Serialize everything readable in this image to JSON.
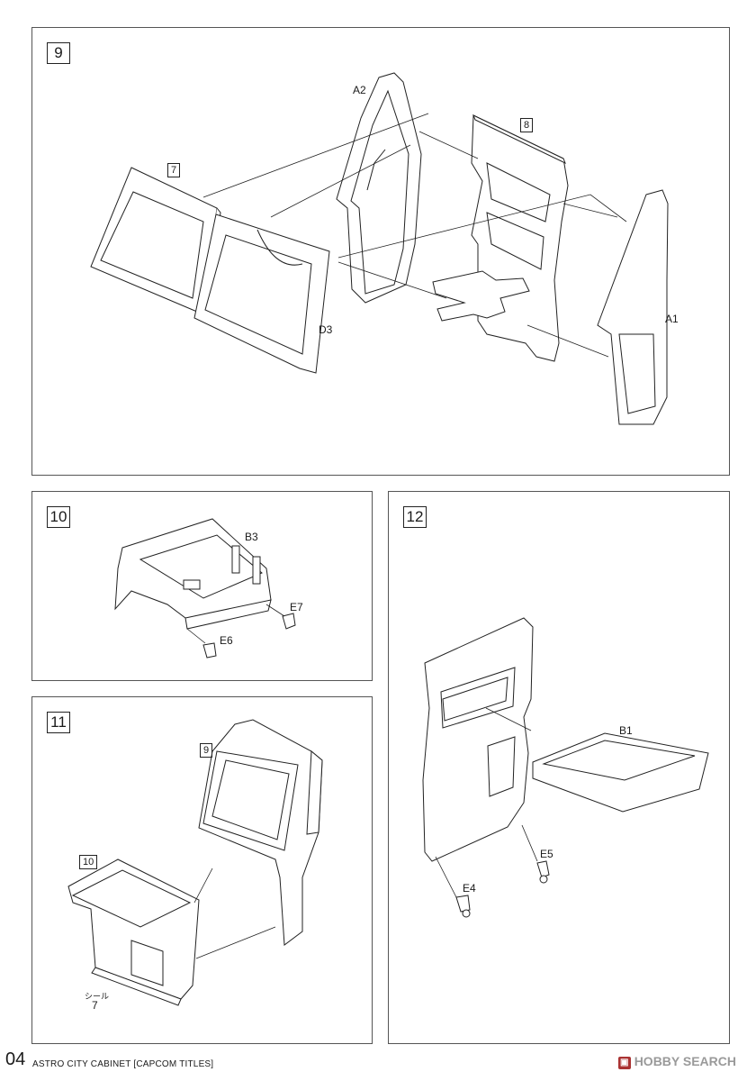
{
  "steps": {
    "s9": {
      "number": "9",
      "parts": {
        "a2": "A2",
        "a1": "A1",
        "d3": "D3",
        "ref7": "7",
        "ref8": "8"
      }
    },
    "s10": {
      "number": "10",
      "parts": {
        "b3": "B3",
        "e7": "E7",
        "e6": "E6"
      }
    },
    "s11": {
      "number": "11",
      "parts": {
        "ref9": "9",
        "ref10": "10",
        "sticker_jp": "シール",
        "sticker_num": "7"
      }
    },
    "s12": {
      "number": "12",
      "parts": {
        "b1": "B1",
        "e5": "E5",
        "e4": "E4"
      }
    }
  },
  "footer": {
    "page_number": "04",
    "title": "ASTRO CITY CABINET [CAPCOM TITLES]",
    "watermark": "HOBBY SEARCH"
  }
}
